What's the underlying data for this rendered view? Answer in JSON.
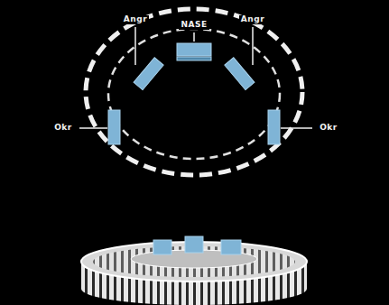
{
  "diagram": {
    "labels": [
      "NASE",
      "Angr",
      "Angr",
      "Okr",
      "Okr"
    ]
  }
}
